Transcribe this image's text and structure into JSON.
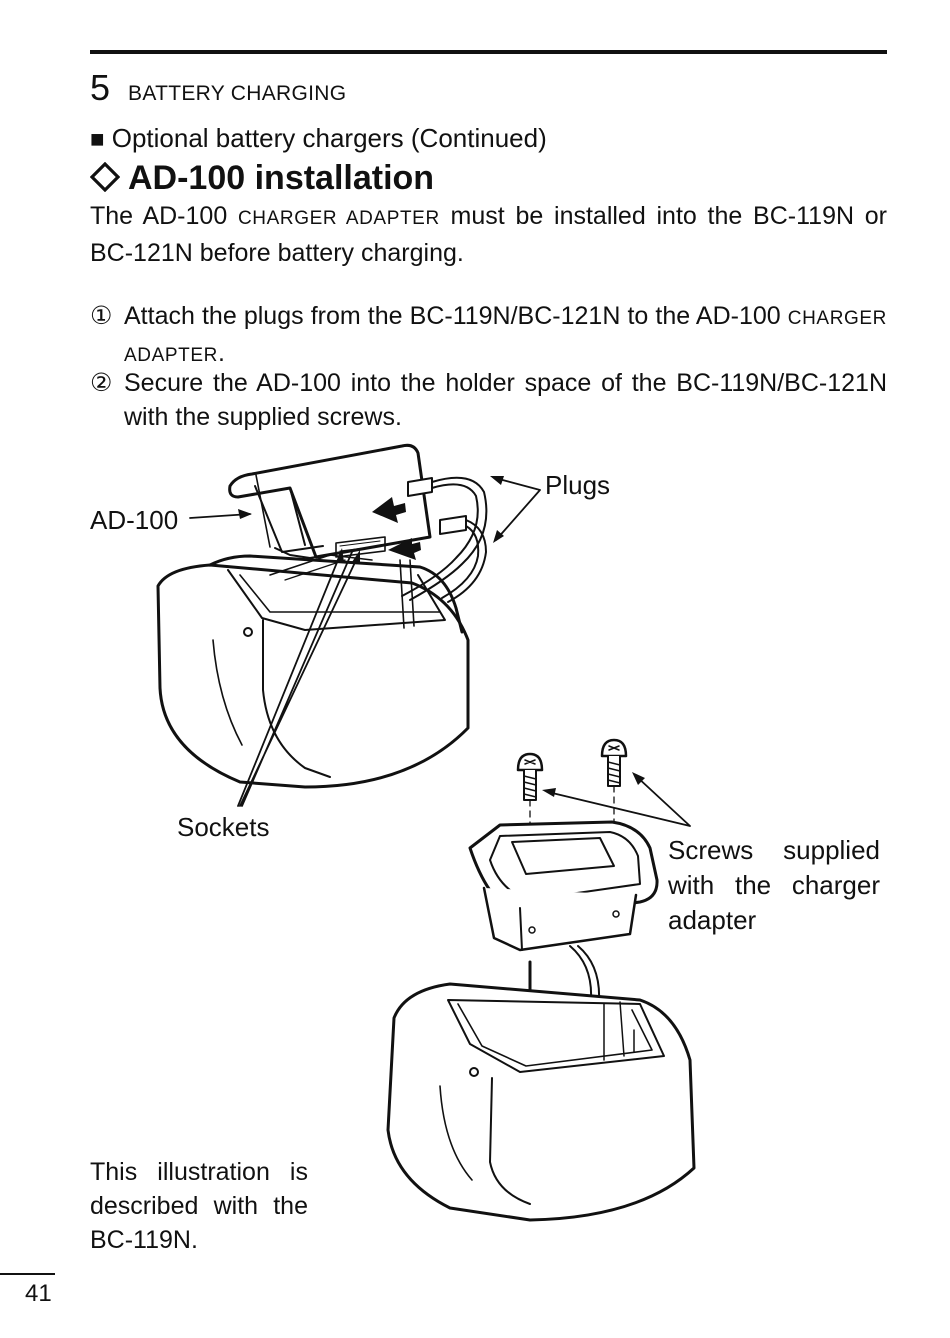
{
  "header": {
    "chapter_number": "5",
    "chapter_title": "BATTERY CHARGING"
  },
  "section": {
    "bullet_symbol": "■",
    "title": "Optional battery chargers (Continued)"
  },
  "heading": {
    "icon": "diamond-outline-icon",
    "title": "AD-100 installation"
  },
  "intro": {
    "part1": "The AD-100 ",
    "smallcaps": "CHARGER ADAPTER",
    "part2": " must be installed into the BC-119N or BC-121N before battery charging."
  },
  "steps": [
    {
      "number": "①",
      "text": "Attach the plugs from the BC-119N/BC-121N to the AD-100 ",
      "smallcaps": "CHARGER ADAPTER",
      "suffix": "."
    },
    {
      "number": "②",
      "text": "Secure the AD-100 into the holder space of the BC-119N/BC-121N with the supplied screws."
    }
  ],
  "illustration": {
    "labels": {
      "plugs": "Plugs",
      "ad100": "AD-100",
      "sockets": "Sockets",
      "screws": "Screws supplied with the charger adapter"
    }
  },
  "note": "This illustration is described with the BC-119N.",
  "page_number": "41"
}
